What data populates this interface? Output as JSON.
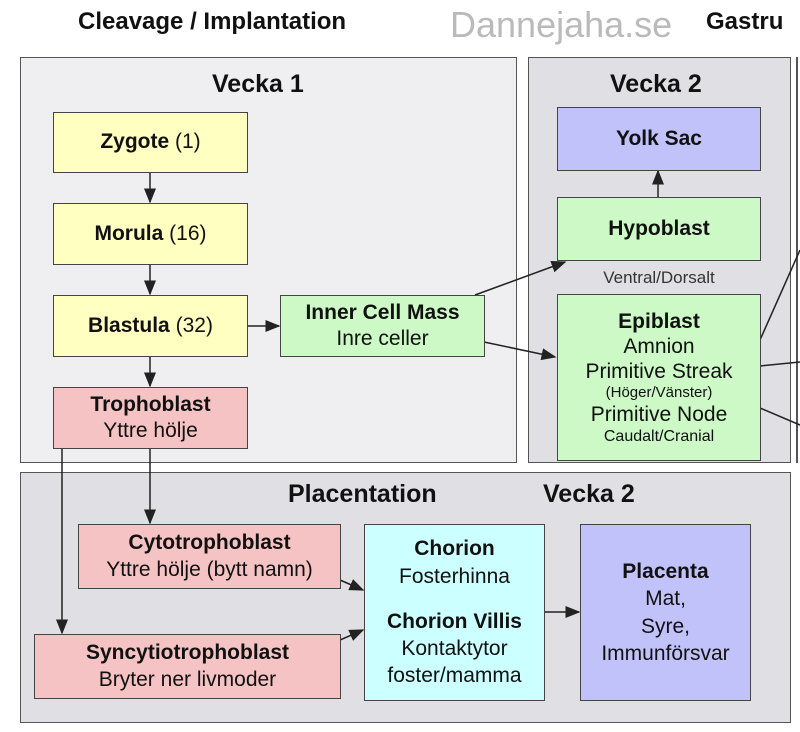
{
  "watermark": "Dannejaha.se",
  "headings": {
    "left": "Cleavage / Implantation",
    "right": "Gastru"
  },
  "panels": {
    "vecka1": "Vecka 1",
    "vecka2": "Vecka 2",
    "placentation": "Placentation",
    "placentation_week": "Vecka 2"
  },
  "nodes": {
    "zygote": {
      "name": "Zygote",
      "count": "(1)"
    },
    "morula": {
      "name": "Morula",
      "count": "(16)"
    },
    "blastula": {
      "name": "Blastula",
      "count": "(32)"
    },
    "trophoblast": {
      "name": "Trophoblast",
      "sub": "Yttre hölje"
    },
    "icm": {
      "name": "Inner Cell Mass",
      "sub": "Inre celler"
    },
    "yolk": {
      "name": "Yolk Sac"
    },
    "hypoblast": {
      "name": "Hypoblast"
    },
    "ventral_label": "Ventral/Dorsalt",
    "epiblast": {
      "name": "Epiblast",
      "l1": "Amnion",
      "l2": "Primitive Streak",
      "l3": "(Höger/Vänster)",
      "l4": "Primitive Node",
      "l5": "Caudalt/Cranial"
    },
    "cyto": {
      "name": "Cytotrophoblast",
      "sub": "Yttre hölje (bytt namn)"
    },
    "syncytio": {
      "name": "Syncytiotrophoblast",
      "sub": "Bryter ner livmoder"
    },
    "chorion": {
      "name": "Chorion",
      "sub": "Fosterhinna",
      "name2": "Chorion Villis",
      "l1": "Kontaktytor",
      "l2": "foster/mamma"
    },
    "placenta": {
      "name": "Placenta",
      "l1": "Mat,",
      "l2": "Syre,",
      "l3": "Immunförsvar"
    }
  },
  "colors": {
    "yellow": "#ffffc2",
    "pink": "#f5c3c3",
    "green": "#ccf9c6",
    "lavender": "#c2c2fb",
    "cyan": "#ccffff"
  }
}
